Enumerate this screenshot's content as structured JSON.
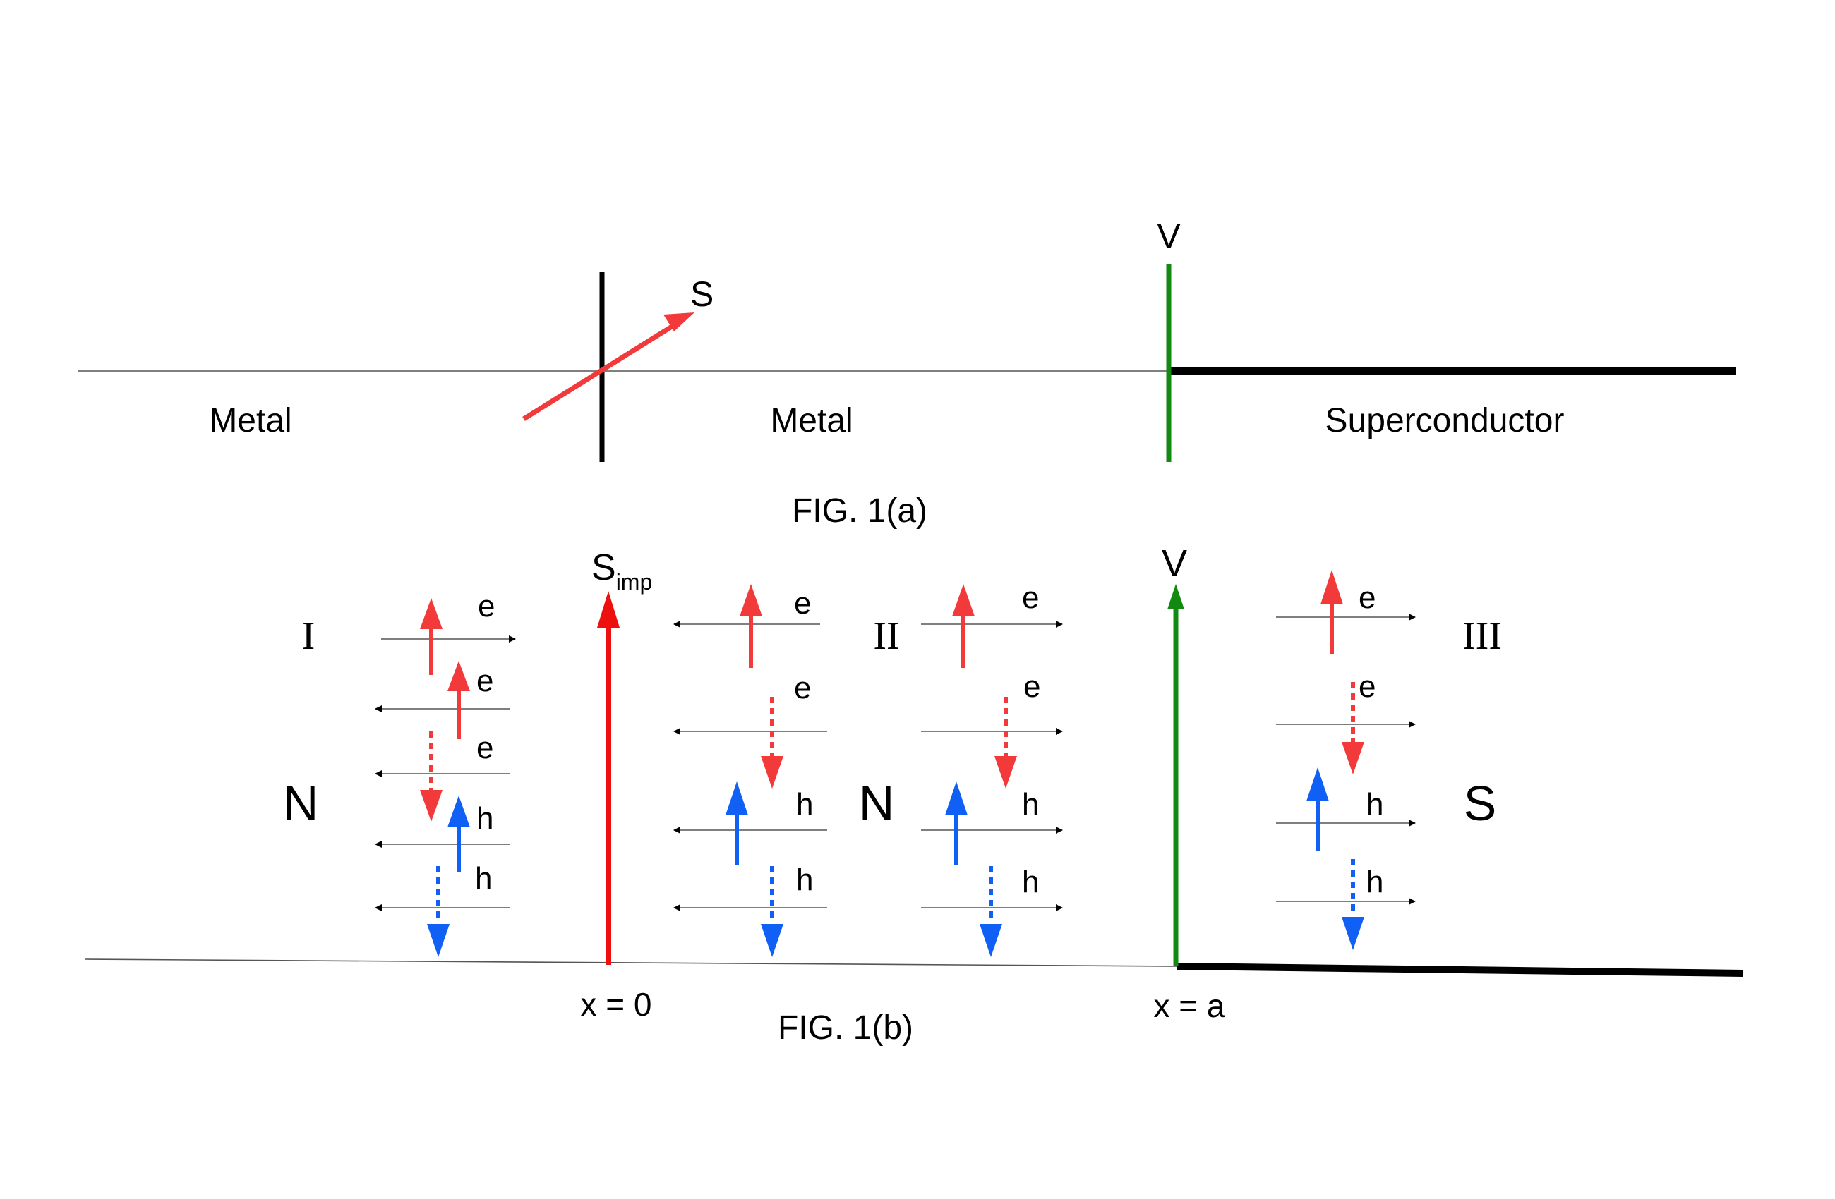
{
  "colors": {
    "spin_up": "#f23a3a",
    "hole": "#1060f5",
    "impurity": "#ee0f0f",
    "barrier": "#128a12",
    "line": "#000000",
    "thin_line": "#555555",
    "bg": "#ffffff"
  },
  "fig_a": {
    "metal_left": "Metal",
    "metal_mid": "Metal",
    "superconductor": "Superconductor",
    "spin_label": "S",
    "barrier_label": "V",
    "caption": "FIG. 1(a)"
  },
  "fig_b": {
    "impurity_label": "S",
    "impurity_sub": "imp",
    "barrier_label": "V",
    "x0_label": "x = 0",
    "xa_label": "x = a",
    "caption": "FIG. 1(b)",
    "region_I": "I",
    "region_II": "II",
    "region_III": "III",
    "region_N1": "N",
    "region_N2": "N",
    "region_S": "S",
    "electron": "e",
    "hole": "h"
  }
}
